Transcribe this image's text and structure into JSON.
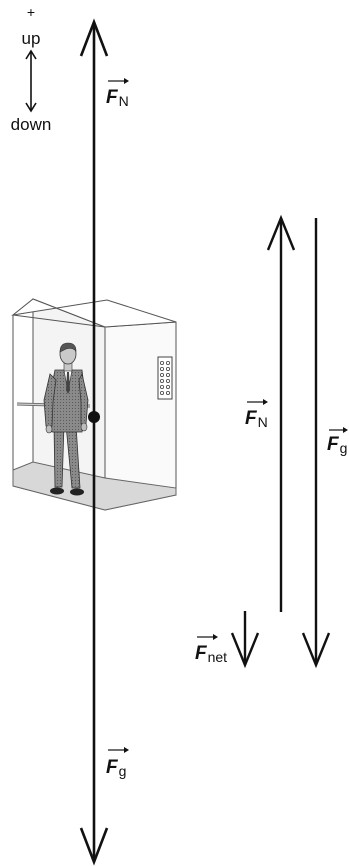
{
  "direction_key": {
    "plus_sign": "+",
    "up_label": "up",
    "down_label": "down"
  },
  "forces": {
    "normal": {
      "symbol": "F",
      "subscript": "N"
    },
    "gravity": {
      "symbol": "F",
      "subscript": "g"
    },
    "net": {
      "symbol": "F",
      "subscript": "net"
    }
  },
  "colors": {
    "ink": "#111111",
    "elevator_wall": "#eeeeee",
    "suit": "#7a7a7a"
  }
}
